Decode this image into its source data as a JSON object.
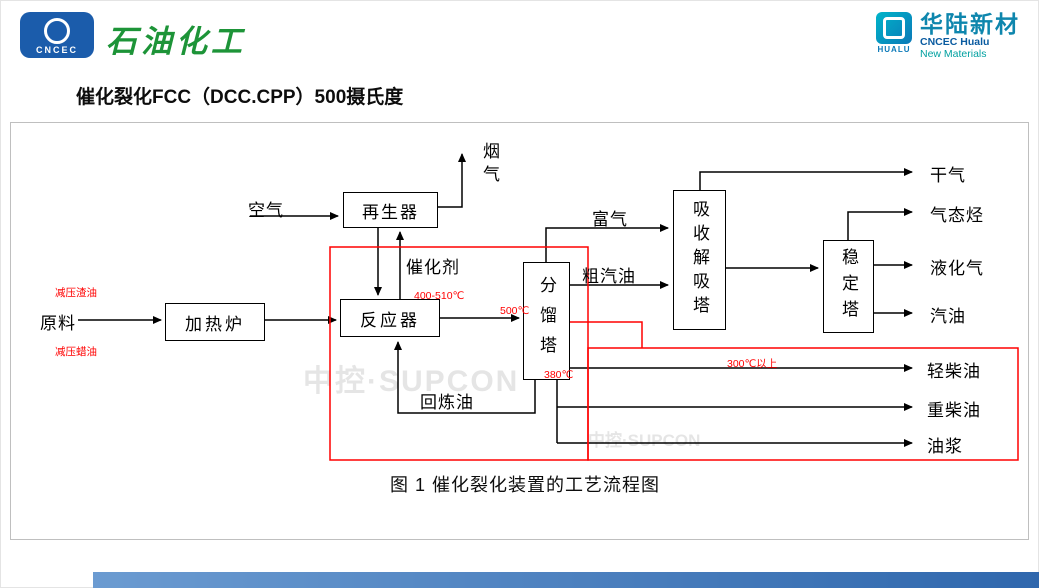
{
  "header": {
    "cncec_logo": "CNCEC",
    "brand": "石油化工",
    "hualu": {
      "icon_text": "HUALU",
      "name": "华陆新材",
      "sub1": "CNCEC Hualu",
      "sub2": "New Materials"
    },
    "title": "催化裂化FCC（DCC.CPP）500摄氏度"
  },
  "diagram": {
    "watermark": "中控·SUPCON",
    "caption": "图 1  催化裂化装置的工艺流程图",
    "equipment": {
      "regenerator": "再生器",
      "furnace": "加热炉",
      "reactor": "反应器",
      "fractionator": "分馏塔",
      "absorber": "吸收解吸塔",
      "stabilizer": "稳定塔"
    },
    "streams": {
      "feed": "原料",
      "air": "空气",
      "flue_gas": "烟气",
      "catalyst": "催化剂",
      "rich_gas": "富气",
      "crude_gasoline": "粗汽油",
      "dry_gas": "干气",
      "gaseous_hydrocarbon": "气态烃",
      "lpg": "液化气",
      "gasoline": "汽油",
      "light_diesel": "轻柴油",
      "heavy_diesel": "重柴油",
      "slurry": "油浆",
      "recycle_oil": "回炼油"
    },
    "annotations": {
      "feed_upper": "减压渣油",
      "feed_lower": "减压蜡油",
      "reactor_temp": "400-510℃",
      "transfer_temp": "500℃",
      "fractionator_temp": "380℃",
      "diesel_temp": "300℃以上"
    },
    "colors": {
      "line": "#000000",
      "highlight": "#ff0000",
      "footer_bar": "#2f67ad"
    }
  }
}
